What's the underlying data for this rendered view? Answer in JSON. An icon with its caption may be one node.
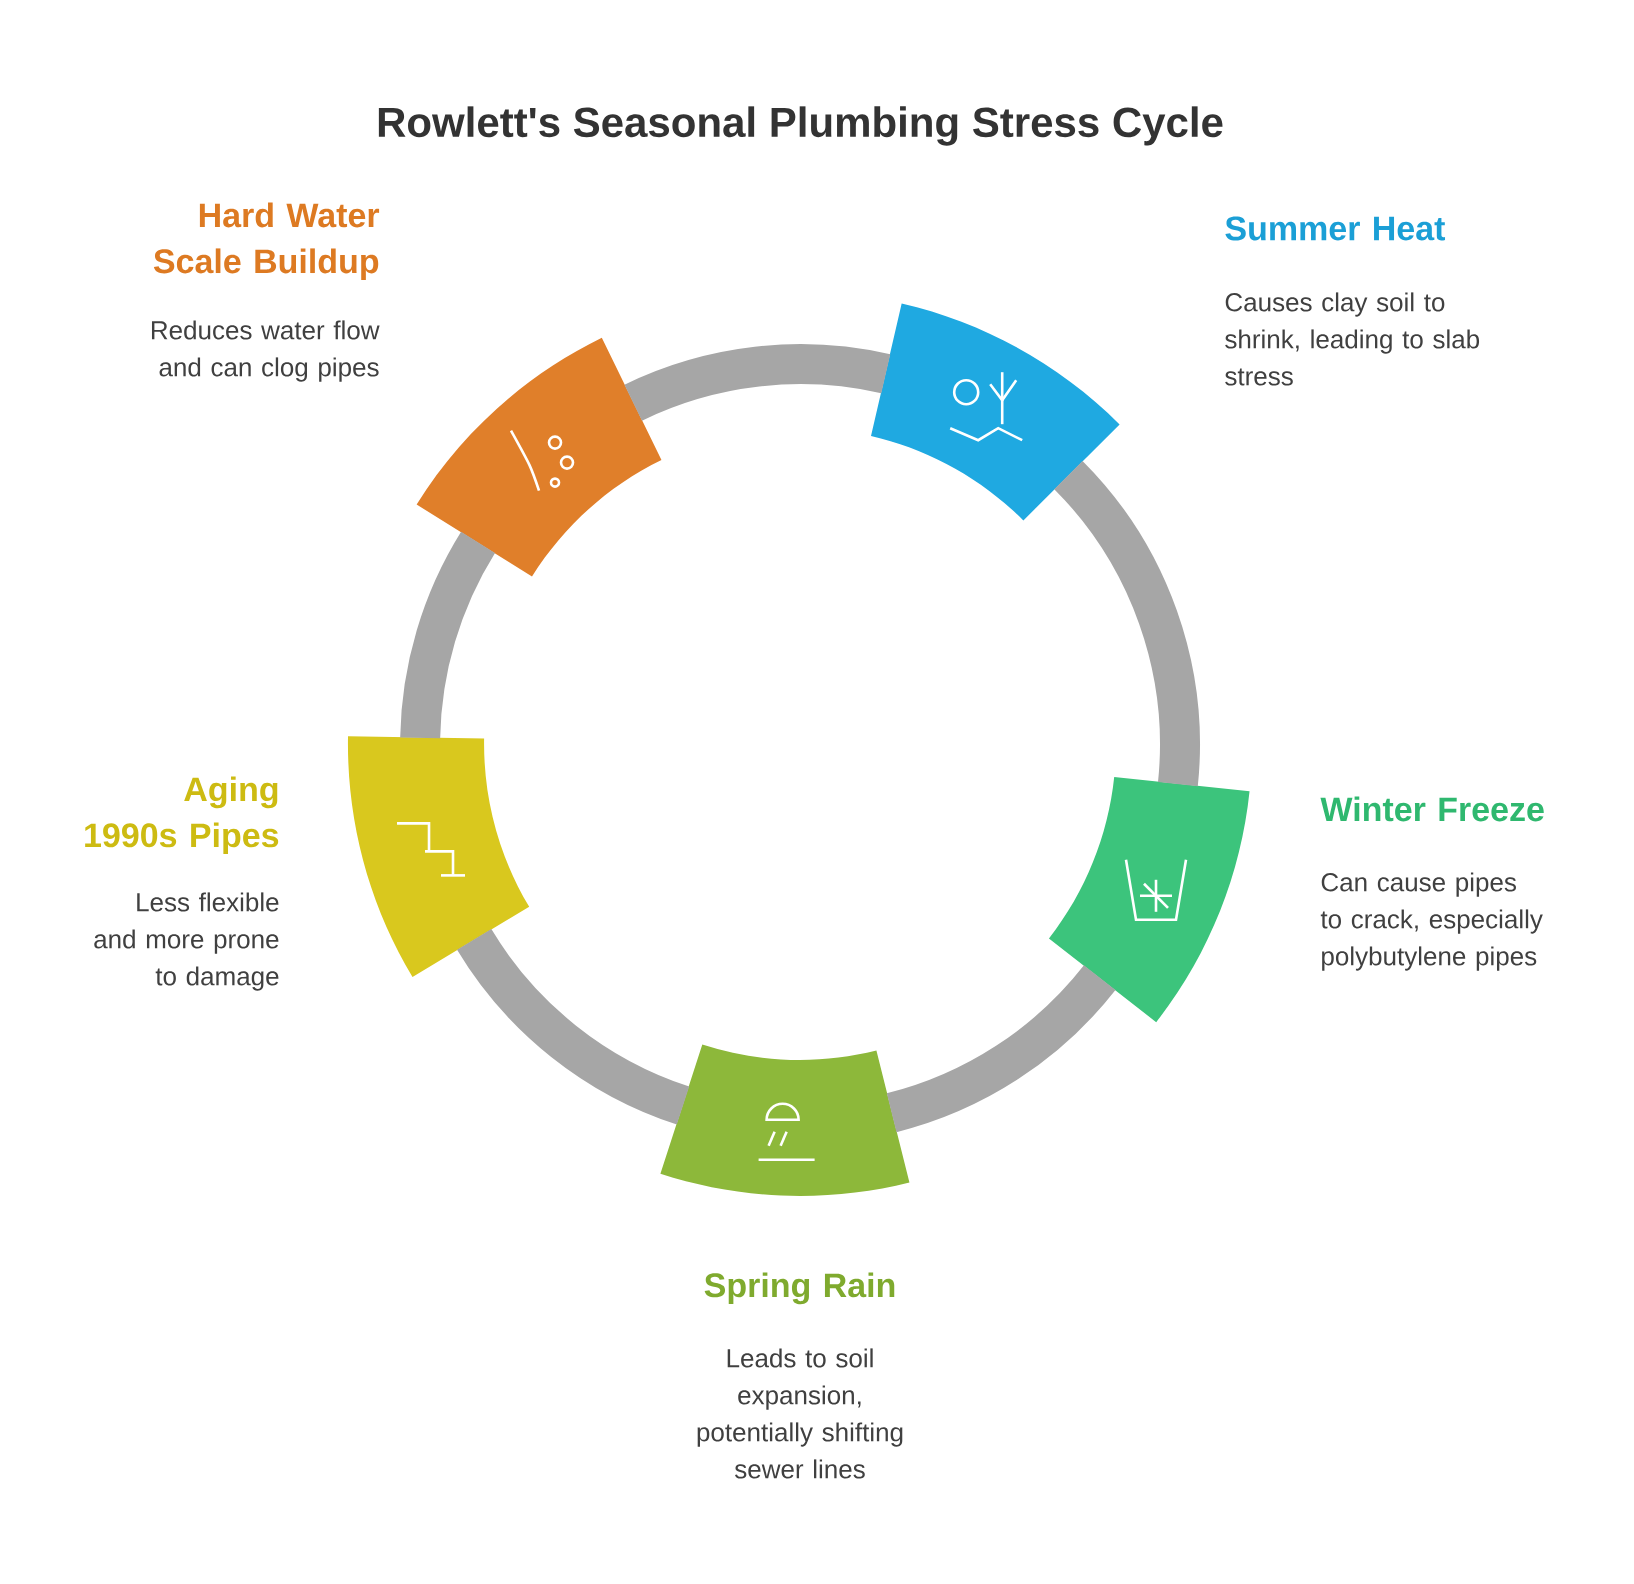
{
  "diagram": {
    "title": "Rowlett's Seasonal Plumbing Stress Cycle",
    "nodes": [
      {
        "text": [
          "Summer Heat",
          "Causes clay soil to shrink, leading to slab stress"
        ]
      },
      {
        "text": [
          "Winter Freeze",
          "Can cause pipes to crack, especially polybutylene pipes"
        ]
      },
      {
        "text": [
          "Spring Rain",
          "Leads to soil expansion, potentially shifting sewer lines"
        ]
      },
      {
        "text": [
          "Aging 1990s Pipes",
          "Less flexible and more prone to damage"
        ]
      },
      {
        "text": [
          "Hard Water Scale Buildup",
          "Reduces water flow and can clog pipes"
        ]
      }
    ],
    "edges": [
      {
        "from": 0,
        "to": 1,
        "arrow": "none"
      },
      {
        "from": 1,
        "to": 2,
        "arrow": "none"
      },
      {
        "from": 2,
        "to": 3,
        "arrow": "none"
      },
      {
        "from": 3,
        "to": 4,
        "arrow": "none"
      },
      {
        "from": 4,
        "to": 0,
        "arrow": "none"
      }
    ]
  }
}
